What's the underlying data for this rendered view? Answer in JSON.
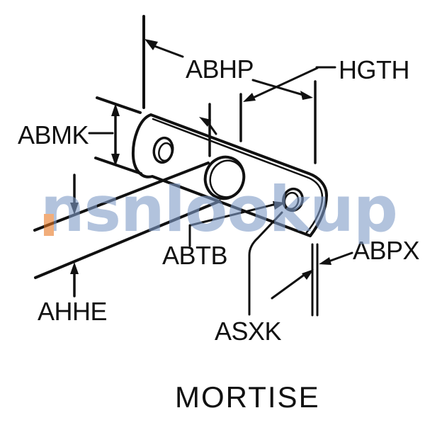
{
  "figure": {
    "type": "technical-line-drawing",
    "subject": "mortise strike plate dimension diagram",
    "ink_color": "#111111",
    "background_color": "#ffffff"
  },
  "caption": "MORTISE",
  "watermark": {
    "text": "nsnlookup",
    "color": "#7f9cc8",
    "accent_color": "#e87722",
    "opacity": 0.6
  },
  "labels": {
    "abhp": "ABHP",
    "hgth": "HGTH",
    "abmk": "ABMK",
    "abtb": "ABTB",
    "abpx": "ABPX",
    "ahhe": "AHHE",
    "asxk": "ASXK"
  }
}
